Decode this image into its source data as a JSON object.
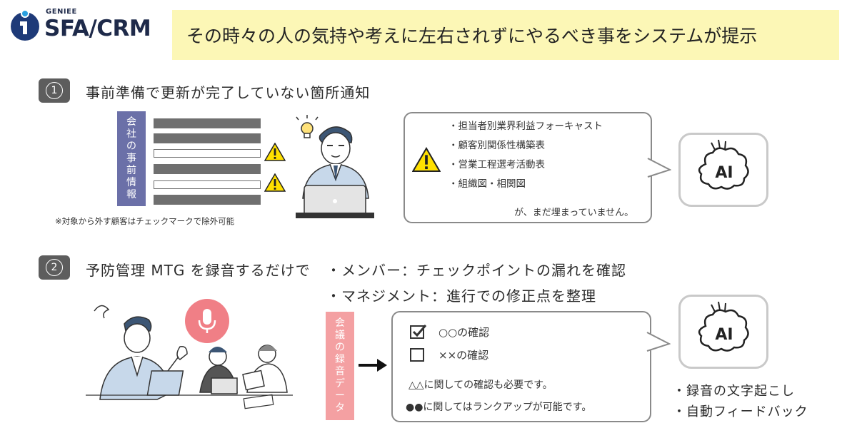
{
  "logo": {
    "small": "GENIEE",
    "main": "SFA/CRM"
  },
  "banner": {
    "text": "その時々の人の気持や考えに左右されずにやるべき事をシステムが提示"
  },
  "step1": {
    "number": "1",
    "title": "事前準備で更新が完了していない箇所通知",
    "side_label": [
      "会",
      "社",
      "の",
      "事",
      "前",
      "情",
      "報"
    ],
    "note": "※対象から外す顧客はチェックマークで除外可能",
    "bubble_items": [
      "・担当者別業界利益フォーキャスト",
      "・顧客別関係性構築表",
      "・営業工程選考活動表",
      "・組織図・相関図"
    ],
    "bubble_footer": "が、まだ埋まっていません。",
    "ai_label": "AI"
  },
  "step2": {
    "number": "2",
    "title": "予防管理 MTG を録音するだけで",
    "points": [
      "・メンバー：チェックポイントの漏れを確認",
      "・マネジメント：進行での修正点を整理"
    ],
    "side_label": [
      "会",
      "議",
      "の",
      "録",
      "音",
      "デ",
      "ー",
      "タ"
    ],
    "checklist": [
      {
        "checked": true,
        "label": "○○の確認"
      },
      {
        "checked": false,
        "label": "××の確認"
      }
    ],
    "lines": [
      "△△に関しての確認も必要です。",
      "●●に関してはランクアップが可能です。"
    ],
    "ai_label": "AI",
    "features": [
      "・録音の文字起こし",
      "・自動フィードバック"
    ]
  },
  "colors": {
    "banner_bg": "#fcf7b6",
    "label_blue": "#6b70a8",
    "label_pink": "#f4a0a2",
    "mic_pink": "#f07f86",
    "warn_yellow": "#ffe000"
  }
}
